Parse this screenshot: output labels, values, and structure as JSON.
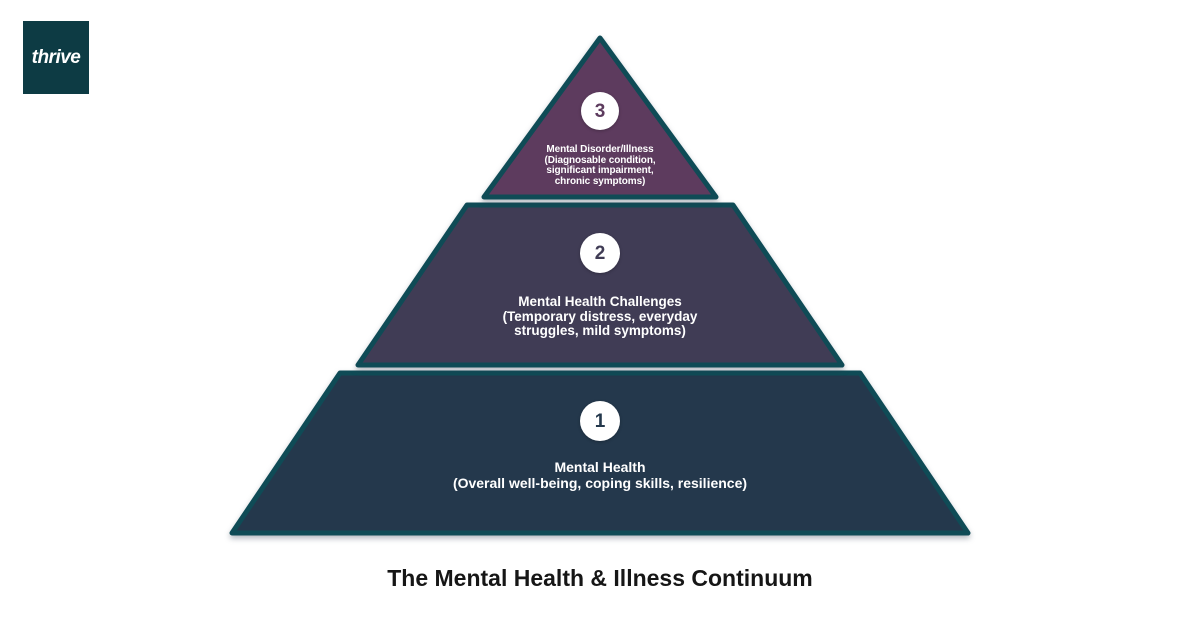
{
  "logo": {
    "text": "thrive",
    "bg_color": "#0d3b44",
    "text_color": "#ffffff"
  },
  "title": "The Mental Health & Illness Continuum",
  "colors": {
    "background": "#ffffff",
    "tier_border": "#0f4b56",
    "tier_text": "#ffffff",
    "badge_bg": "#ffffff",
    "title_text": "#161616"
  },
  "tiers": [
    {
      "number": "1",
      "label": "Mental Health\n(Overall well-being, coping skills, resilience)",
      "fill": "#24384c"
    },
    {
      "number": "2",
      "label": "Mental Health Challenges\n(Temporary distress, everyday\nstruggles, mild symptoms)",
      "fill": "#403c55"
    },
    {
      "number": "3",
      "label": "Mental Disorder/Illness\n(Diagnosable condition,\nsignificant impairment,\nchronic symptoms)",
      "fill": "#5d3b5e"
    }
  ]
}
